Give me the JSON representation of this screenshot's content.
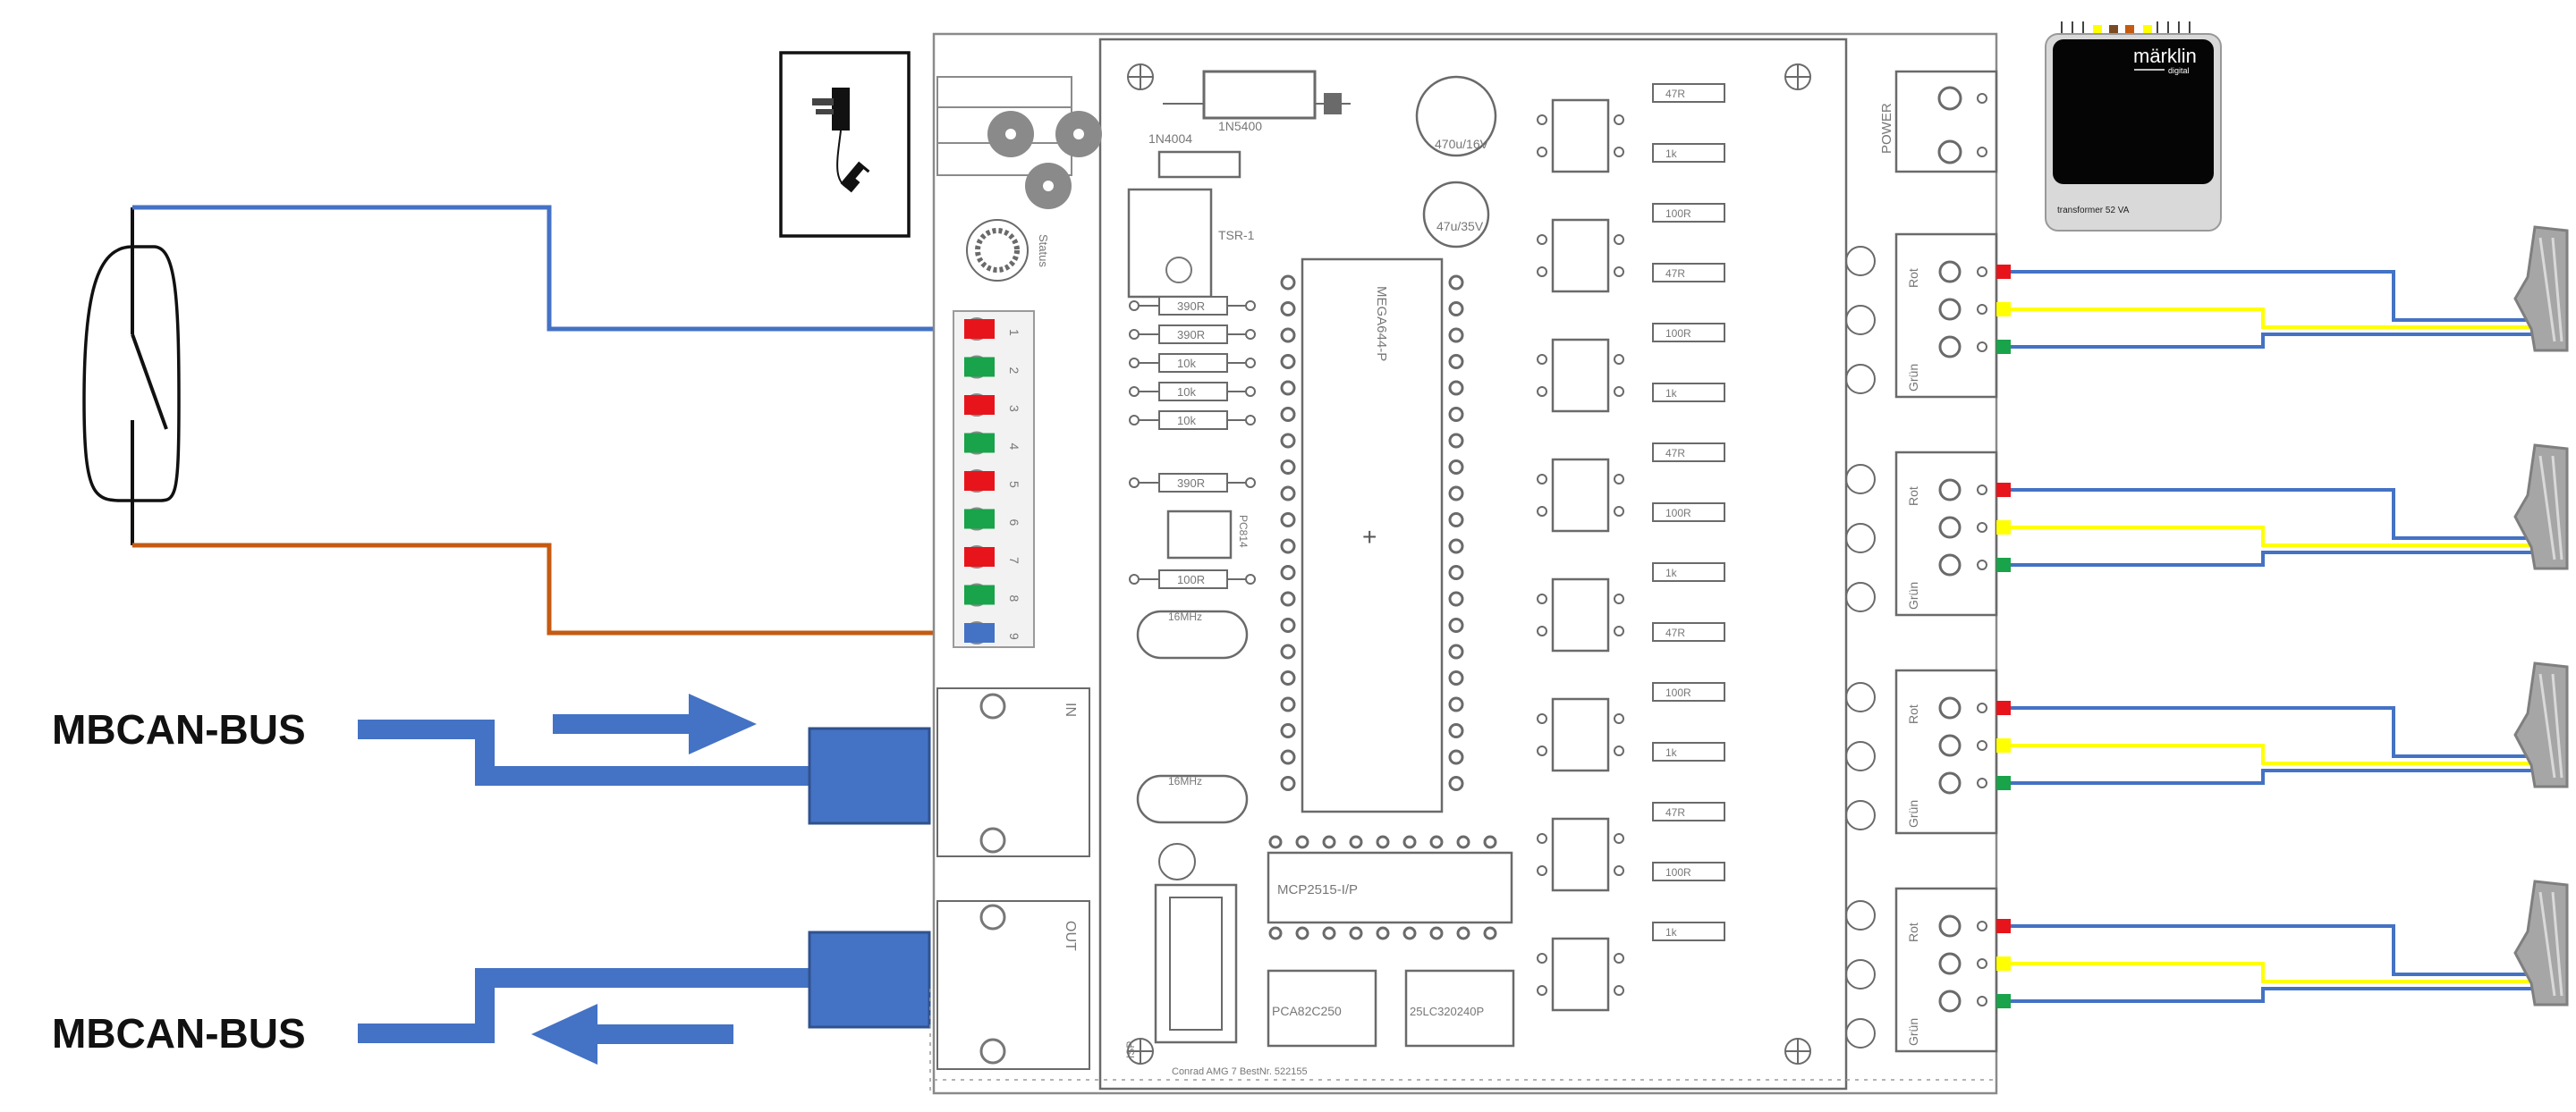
{
  "title_labels": {
    "bus_in": "MBCAN-BUS",
    "bus_out": "MBCAN-BUS"
  },
  "board": {
    "parts": {
      "diode_1n4004": "1N4004",
      "diode_1n5400": "1N5400",
      "regulator": "TSR-1",
      "cap_470u": "470u/16V",
      "cap_47u": "47u/35V",
      "mcu": "MEGA644-P",
      "can_controller": "MCP2515-I/P",
      "transceiver": "PCA82C250",
      "eeprom": "25LC320240P",
      "optocoupler": "PC814",
      "crystal_1": "16MHz",
      "crystal_2": "16MHz",
      "status_led": "Status",
      "footer_text": "Conrad AMG 7 BestNr. 522155",
      "in_label": "IN",
      "out_label": "OUT",
      "power_label": "POWER",
      "isp_label": "ISP"
    },
    "resistors_left": [
      "390R",
      "390R",
      "10k",
      "10k",
      "10k",
      "390R",
      "100R"
    ],
    "terminal_numbers": [
      "1",
      "2",
      "3",
      "4",
      "5",
      "6",
      "7",
      "8",
      "9"
    ],
    "terminal_led_colors": [
      "#e8141c",
      "#19a34a",
      "#e8141c",
      "#19a34a",
      "#e8141c",
      "#19a34a",
      "#e8141c",
      "#19a34a",
      "#4472c4"
    ],
    "output_terminal_labels": {
      "red": "Rot",
      "green": "Grün"
    },
    "right_resistors": [
      "47R",
      "1k",
      "100R",
      "47R",
      "100R",
      "1k",
      "47R",
      "100R",
      "1k",
      "47R",
      "100R",
      "1k",
      "47R",
      "100R",
      "1k"
    ]
  },
  "transformer": {
    "brand": "märklin",
    "sub": "digital",
    "model": "transformer 52 VA"
  },
  "colors": {
    "wire_blue": "#4472c4",
    "wire_orange": "#c55a11",
    "wire_yellow": "#ffff00",
    "connector_blue": "#4472c4",
    "marker_red": "#e8141c",
    "marker_yellow": "#ffff00",
    "marker_green": "#19a34a"
  },
  "icons": [
    "wall-adapter-icon",
    "reed-switch-icon",
    "turnout-icon",
    "arrow-right-icon",
    "arrow-left-icon"
  ]
}
